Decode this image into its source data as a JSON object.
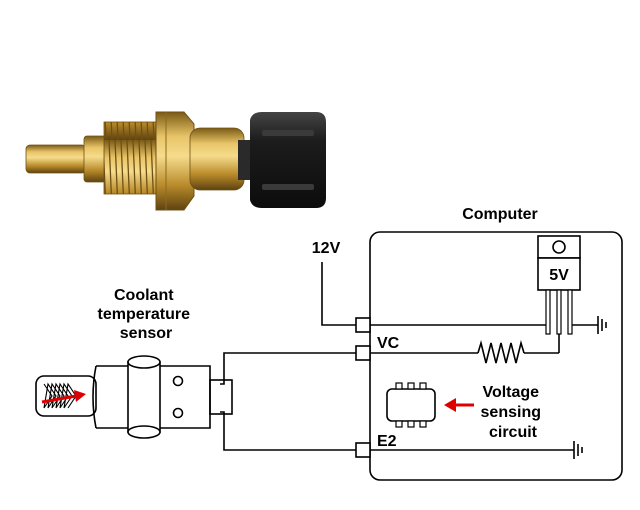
{
  "sensor_photo": {
    "icon": "coolant-temperature-sensor-photo"
  },
  "computer": {
    "title": "Computer"
  },
  "supply": {
    "label": "12V"
  },
  "regulator": {
    "label": "5V",
    "icon": "voltage-regulator-icon"
  },
  "sensor": {
    "label_lines": [
      "Coolant",
      "temperature",
      "sensor"
    ],
    "icon": "thermistor-probe-icon"
  },
  "pins": {
    "vc": "VC",
    "e2": "E2"
  },
  "voltage_sensing_circuit": {
    "label_lines": [
      "Voltage",
      "sensing",
      "circuit"
    ],
    "icon": "ic-chip-icon"
  },
  "colors": {
    "arrow": "#dd0000",
    "line": "#000000",
    "brass": "#c9a23a",
    "connector": "#1e1e1e"
  }
}
